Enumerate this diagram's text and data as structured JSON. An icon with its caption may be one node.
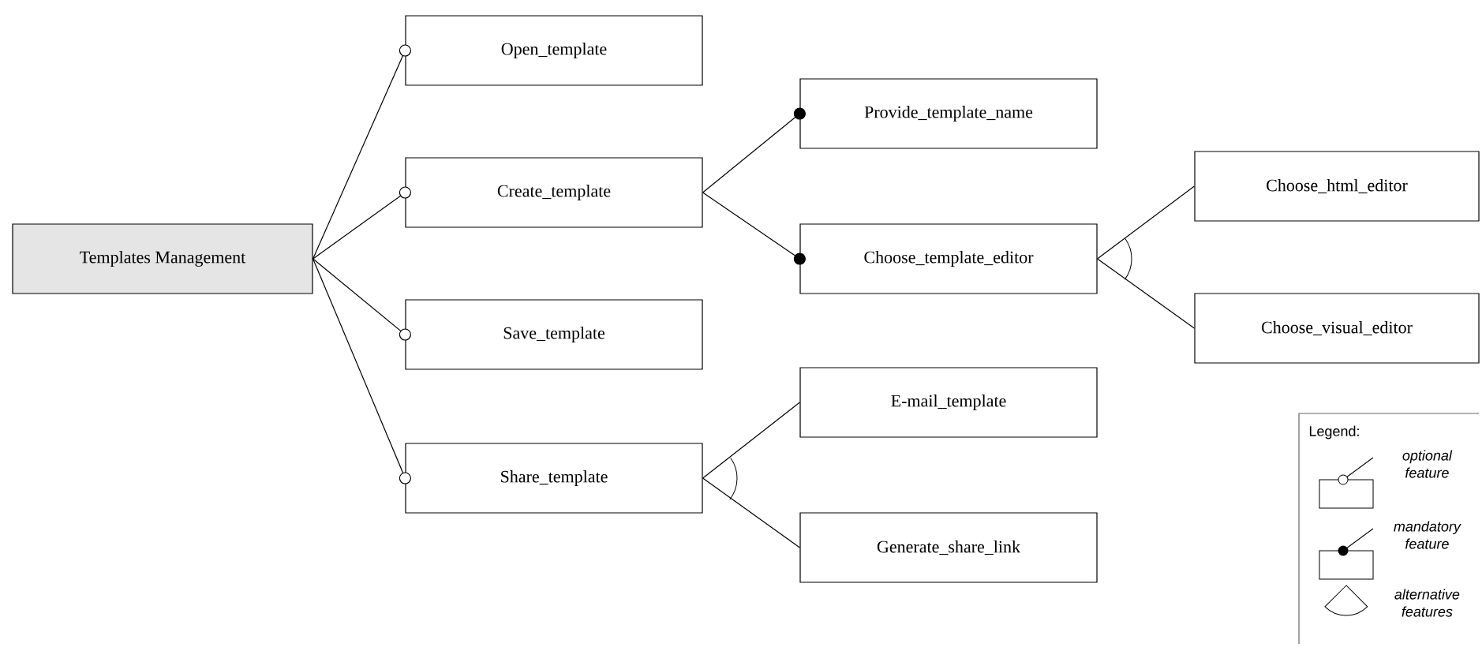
{
  "diagram": {
    "nodes": [
      {
        "text": [
          "Templates Management"
        ]
      },
      {
        "text": [
          "Open_template"
        ]
      },
      {
        "text": [
          "Create_template"
        ]
      },
      {
        "text": [
          "Save_template"
        ]
      },
      {
        "text": [
          "Share_template"
        ]
      },
      {
        "text": [
          "Provide_template_name"
        ]
      },
      {
        "text": [
          "Choose_template_editor"
        ]
      },
      {
        "text": [
          "E-mail_template"
        ]
      },
      {
        "text": [
          "Generate_share_link"
        ]
      },
      {
        "text": [
          "Choose_html_editor"
        ]
      },
      {
        "text": [
          "Choose_visual_editor"
        ]
      }
    ],
    "edges": [
      {
        "from": 0,
        "to": 1,
        "arrow": "other"
      },
      {
        "from": 0,
        "to": 2,
        "arrow": "other"
      },
      {
        "from": 0,
        "to": 3,
        "arrow": "other"
      },
      {
        "from": 0,
        "to": 4,
        "arrow": "other"
      },
      {
        "from": 2,
        "to": 5,
        "arrow": "other"
      },
      {
        "from": 2,
        "to": 6,
        "arrow": "other"
      },
      {
        "from": 6,
        "to": 9,
        "arrow": "none"
      },
      {
        "from": 6,
        "to": 10,
        "arrow": "none"
      },
      {
        "from": 4,
        "to": 7,
        "arrow": "none"
      },
      {
        "from": 4,
        "to": 8,
        "arrow": "none"
      }
    ],
    "labels": [
      "Legend:"
    ],
    "legend": [
      {
        "text": "optional feature"
      },
      {
        "text": "mandatory feature"
      },
      {
        "text": "alternative features"
      }
    ]
  }
}
